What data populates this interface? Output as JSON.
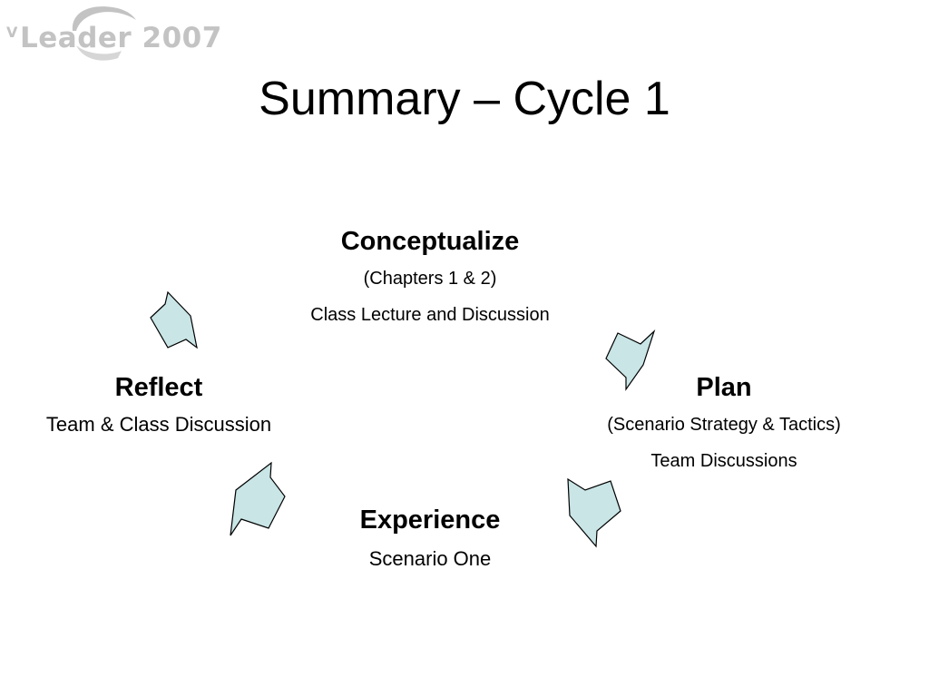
{
  "logo": {
    "sup": "V",
    "text": "Leader 2007"
  },
  "title": "Summary – Cycle 1",
  "nodes": {
    "conceptualize": {
      "heading": "Conceptualize",
      "line1": "(Chapters 1 & 2)",
      "line2": "Class Lecture and Discussion"
    },
    "plan": {
      "heading": "Plan",
      "line1": "(Scenario Strategy & Tactics)",
      "line2": "Team Discussions"
    },
    "experience": {
      "heading": "Experience",
      "line1": "Scenario One"
    },
    "reflect": {
      "heading": "Reflect",
      "line1": "Team & Class Discussion"
    }
  },
  "colors": {
    "arrow_fill": "#c9e5e6",
    "arrow_stroke": "#000000",
    "logo": "#c3c3c3"
  }
}
